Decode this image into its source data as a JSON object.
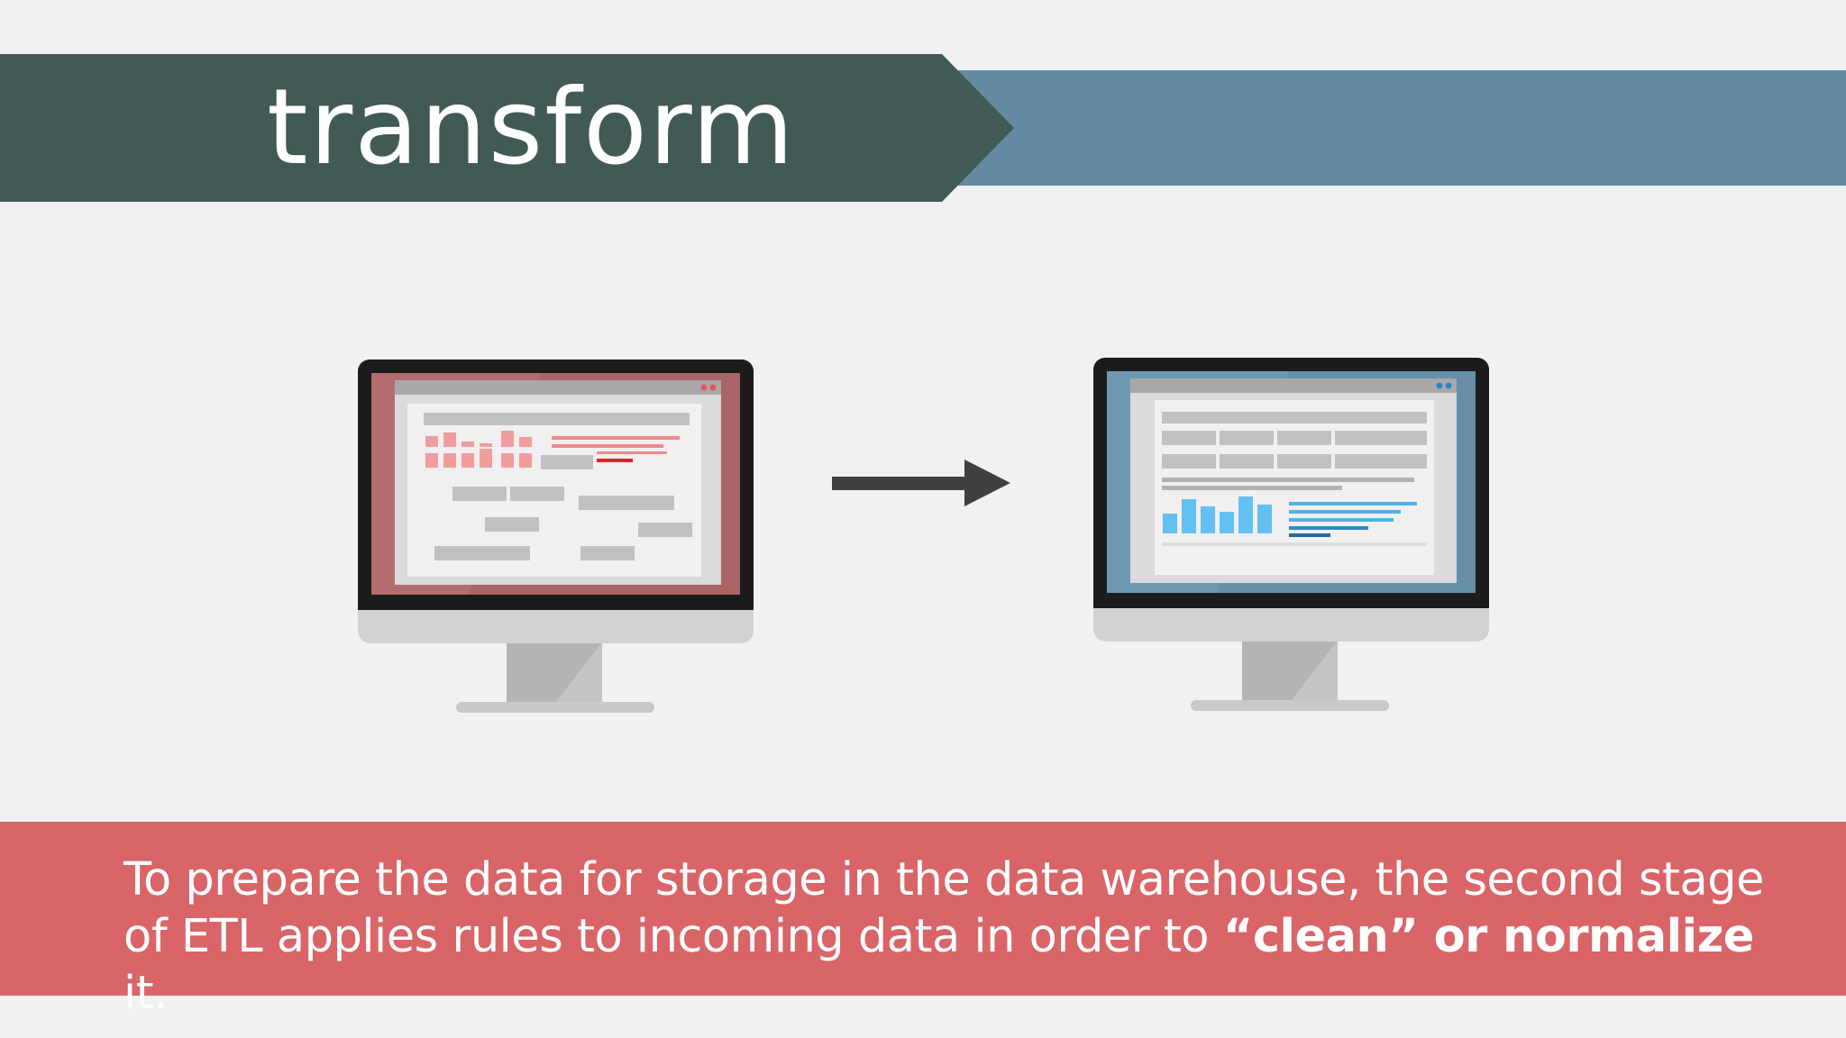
{
  "header": {
    "title": "transform"
  },
  "caption": {
    "part1": "To prepare the data for storage in the data warehouse, the second stage of ETL applies rules to incoming data in order to ",
    "emphasis": "“clean” or normalize",
    "part2": " it."
  },
  "colors": {
    "banner_dark": "#425a56",
    "banner_light": "#628ba2",
    "caption_bg": "#d96568",
    "source_accent": "#e0575a",
    "target_accent": "#4fb3e8",
    "arrow": "#404040"
  },
  "illustration": {
    "source_monitor": {
      "accent": "red",
      "icon": "monitor-icon"
    },
    "arrow": {
      "icon": "arrow-right-icon"
    },
    "target_monitor": {
      "accent": "blue",
      "icon": "monitor-icon"
    }
  }
}
